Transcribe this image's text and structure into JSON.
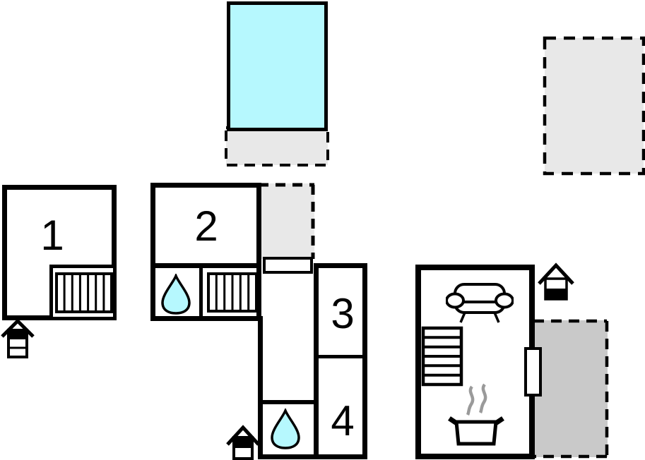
{
  "plan_title": "holiday-home-floor-plan",
  "rooms": [
    {
      "label": "1"
    },
    {
      "label": "2"
    },
    {
      "label": "3"
    },
    {
      "label": "4"
    }
  ],
  "colors": {
    "water": "#b6f8fe",
    "patio_light": "#e8e8e8",
    "terrace_dark": "#c9c9c9",
    "wall": "#000000",
    "steam": "#9a9a9a",
    "white": "#ffffff"
  },
  "icons": [
    {
      "name": "water-drop-icon",
      "shape": "teardrop",
      "count": 2
    },
    {
      "name": "bed-icon",
      "shape": "striped-rectangle",
      "count": 2
    },
    {
      "name": "sofa-icon",
      "shape": "couch-outline",
      "count": 1
    },
    {
      "name": "stairs-icon",
      "shape": "stepped-ladder",
      "count": 1
    },
    {
      "name": "cooking-pot-icon",
      "shape": "pot-with-steam",
      "count": 1
    },
    {
      "name": "house-level-icon",
      "shape": "roofed-striped-box",
      "count": 3
    },
    {
      "name": "door-icon",
      "shape": "white-rect-on-wall",
      "count": 2
    }
  ],
  "areas": [
    {
      "name": "pool",
      "style": "solid",
      "fill": "water"
    },
    {
      "name": "pool-apron",
      "style": "dashed",
      "fill": "patio_light"
    },
    {
      "name": "patio-top-right",
      "style": "dashed",
      "fill": "patio_light"
    },
    {
      "name": "patio-middle",
      "style": "dashed",
      "fill": "patio_light"
    },
    {
      "name": "terrace-right",
      "style": "dashed",
      "fill": "terrace_dark"
    }
  ]
}
